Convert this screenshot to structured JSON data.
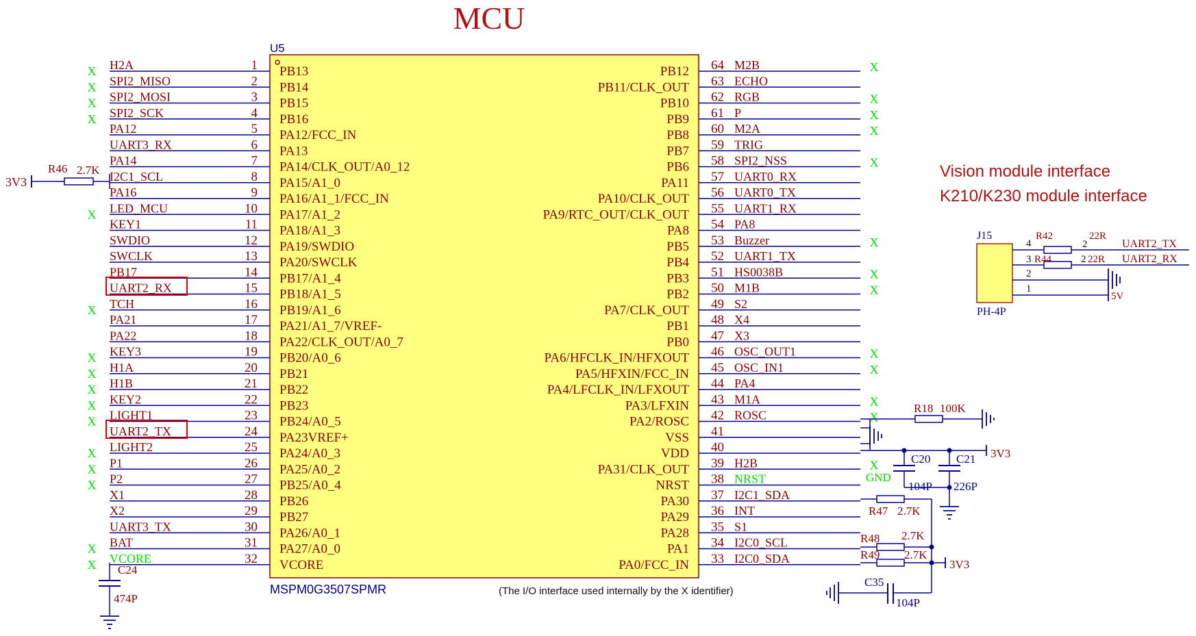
{
  "title": "MCU",
  "chip": {
    "ref": "U5",
    "part": "MSPM0G3507SPMR",
    "left_pins": [
      {
        "num": "1",
        "pin": "PB13",
        "net": "H2A",
        "x": true
      },
      {
        "num": "2",
        "pin": "PB14",
        "net": "SPI2_MISO",
        "x": true
      },
      {
        "num": "3",
        "pin": "PB15",
        "net": "SPI2_MOSI",
        "x": true
      },
      {
        "num": "4",
        "pin": "PB16",
        "net": "SPI2_SCK",
        "x": true
      },
      {
        "num": "5",
        "pin": "PA12/FCC_IN",
        "net": "PA12",
        "x": false
      },
      {
        "num": "6",
        "pin": "PA13",
        "net": "UART3_RX",
        "x": false
      },
      {
        "num": "7",
        "pin": "PA14/CLK_OUT/A0_12",
        "net": "PA14",
        "x": false
      },
      {
        "num": "8",
        "pin": "PA15/A1_0",
        "net": "I2C1_SCL",
        "x": false
      },
      {
        "num": "9",
        "pin": "PA16/A1_1/FCC_IN",
        "net": "PA16",
        "x": false
      },
      {
        "num": "10",
        "pin": "PA17/A1_2",
        "net": "LED_MCU",
        "x": true
      },
      {
        "num": "11",
        "pin": "PA18/A1_3",
        "net": "KEY1",
        "x": false
      },
      {
        "num": "12",
        "pin": "PA19/SWDIO",
        "net": "SWDIO",
        "x": false
      },
      {
        "num": "13",
        "pin": "PA20/SWCLK",
        "net": "SWCLK",
        "x": false
      },
      {
        "num": "14",
        "pin": "PB17/A1_4",
        "net": "PB17",
        "x": false
      },
      {
        "num": "15",
        "pin": "PB18/A1_5",
        "net": "UART2_RX",
        "x": false
      },
      {
        "num": "16",
        "pin": "PB19/A1_6",
        "net": "TCH",
        "x": true
      },
      {
        "num": "17",
        "pin": "PA21/A1_7/VREF-",
        "net": "PA21",
        "x": false
      },
      {
        "num": "18",
        "pin": "PA22/CLK_OUT/A0_7",
        "net": "PA22",
        "x": false
      },
      {
        "num": "19",
        "pin": "PB20/A0_6",
        "net": "KEY3",
        "x": true
      },
      {
        "num": "20",
        "pin": "PB21",
        "net": "H1A",
        "x": true
      },
      {
        "num": "21",
        "pin": "PB22",
        "net": "H1B",
        "x": true
      },
      {
        "num": "22",
        "pin": "PB23",
        "net": "KEY2",
        "x": true
      },
      {
        "num": "23",
        "pin": "PB24/A0_5",
        "net": "LIGHT1",
        "x": true
      },
      {
        "num": "24",
        "pin": "PA23VREF+",
        "net": "UART2_TX",
        "x": false
      },
      {
        "num": "25",
        "pin": "PA24/A0_3",
        "net": "LIGHT2",
        "x": true
      },
      {
        "num": "26",
        "pin": "PA25/A0_2",
        "net": "P1",
        "x": true
      },
      {
        "num": "27",
        "pin": "PB25/A0_4",
        "net": "P2",
        "x": true
      },
      {
        "num": "28",
        "pin": "PB26",
        "net": "X1",
        "x": false
      },
      {
        "num": "29",
        "pin": "PB27",
        "net": "X2",
        "x": false
      },
      {
        "num": "30",
        "pin": "PA26/A0_1",
        "net": "UART3_TX",
        "x": false
      },
      {
        "num": "31",
        "pin": "PA27/A0_0",
        "net": "BAT",
        "x": true
      },
      {
        "num": "32",
        "pin": "VCORE",
        "net": "VCORE",
        "x": true
      }
    ],
    "right_pins": [
      {
        "num": "64",
        "pin": "PB12",
        "net": "M2B",
        "x": true
      },
      {
        "num": "63",
        "pin": "PB11/CLK_OUT",
        "net": "ECHO",
        "x": false
      },
      {
        "num": "62",
        "pin": "PB10",
        "net": "RGB",
        "x": true
      },
      {
        "num": "61",
        "pin": "PB9",
        "net": "P",
        "x": true
      },
      {
        "num": "60",
        "pin": "PB8",
        "net": "M2A",
        "x": true
      },
      {
        "num": "59",
        "pin": "PB7",
        "net": "TRIG",
        "x": false
      },
      {
        "num": "58",
        "pin": "PB6",
        "net": "SPI2_NSS",
        "x": true
      },
      {
        "num": "57",
        "pin": "PA11",
        "net": "UART0_RX",
        "x": false
      },
      {
        "num": "56",
        "pin": "PA10/CLK_OUT",
        "net": "UART0_TX",
        "x": false
      },
      {
        "num": "55",
        "pin": "PA9/RTC_OUT/CLK_OUT",
        "net": "UART1_RX",
        "x": false
      },
      {
        "num": "54",
        "pin": "PA8",
        "net": "PA8",
        "x": false
      },
      {
        "num": "53",
        "pin": "PB5",
        "net": "Buzzer",
        "x": true
      },
      {
        "num": "52",
        "pin": "PB4",
        "net": "UART1_TX",
        "x": false
      },
      {
        "num": "51",
        "pin": "PB3",
        "net": "HS0038B",
        "x": true
      },
      {
        "num": "50",
        "pin": "PB2",
        "net": "M1B",
        "x": true
      },
      {
        "num": "49",
        "pin": "PA7/CLK_OUT",
        "net": "S2",
        "x": false
      },
      {
        "num": "48",
        "pin": "PB1",
        "net": "X4",
        "x": false
      },
      {
        "num": "47",
        "pin": "PB0",
        "net": "X3",
        "x": false
      },
      {
        "num": "46",
        "pin": "PA6/HFCLK_IN/HFXOUT",
        "net": "OSC_OUT1",
        "x": true
      },
      {
        "num": "45",
        "pin": "PA5/HFXIN/FCC_IN",
        "net": "OSC_IN1",
        "x": true
      },
      {
        "num": "44",
        "pin": "PA4/LFCLK_IN/LFXOUT",
        "net": "PA4",
        "x": false
      },
      {
        "num": "43",
        "pin": "PA3/LFXIN",
        "net": "M1A",
        "x": true
      },
      {
        "num": "42",
        "pin": "PA2/ROSC",
        "net": "ROSC",
        "x": true
      },
      {
        "num": "41",
        "pin": "VSS",
        "net": "",
        "x": false
      },
      {
        "num": "40",
        "pin": "VDD",
        "net": "",
        "x": false
      },
      {
        "num": "39",
        "pin": "PA31/CLK_OUT",
        "net": "H2B",
        "x": true
      },
      {
        "num": "38",
        "pin": "NRST",
        "net": "NRST",
        "x": false
      },
      {
        "num": "37",
        "pin": "PA30",
        "net": "I2C1_SDA",
        "x": false
      },
      {
        "num": "36",
        "pin": "PA29",
        "net": "INT",
        "x": false
      },
      {
        "num": "35",
        "pin": "PA28",
        "net": "S1",
        "x": false
      },
      {
        "num": "34",
        "pin": "PA1",
        "net": "I2C0_SCL",
        "x": false
      },
      {
        "num": "33",
        "pin": "PA0/FCC_IN",
        "net": "I2C0_SDA",
        "x": false
      }
    ]
  },
  "labels": {
    "x_mark": "X",
    "r46": "R46",
    "r46_val": "2.7K",
    "net_3v3": "3V3",
    "c24": "C24",
    "c24_val": "474P",
    "r18": "R18",
    "r18_val": "100K",
    "c20": "C20",
    "c20_val": "104P",
    "c21": "C21",
    "c21_val": "226P",
    "gnd": "GND",
    "r47": "R47",
    "r47_val": "2.7K",
    "r48": "R48",
    "r48_val": "2.7K",
    "r49": "R49",
    "r49_val": "2.7K",
    "c35": "C35",
    "c35_val": "104P",
    "note": "(The I/O interface used internally by the X identifier)"
  },
  "vision": {
    "title1": "Vision module interface",
    "title2": "K210/K230 module interface",
    "j15": "J15",
    "j15_part": "PH-4P",
    "r42": "R42",
    "r42_val": "22R",
    "r44": "R44",
    "r44_val": "22R",
    "pin4": "4",
    "pin3": "3",
    "pin2": "2",
    "pin1": "1",
    "r42_pin2": "2",
    "r44_pin2": "2",
    "tx_net": "UART2_TX",
    "rx_net": "UART2_RX",
    "v5": "5V"
  },
  "colors": {
    "chip_fill": "#ffff80",
    "chip_border": "#8b0000",
    "wire": "#00008b",
    "label": "#8b0000",
    "x_mark": "#00dd00",
    "highlight_box": "#dd0000",
    "title": "#b01010"
  }
}
